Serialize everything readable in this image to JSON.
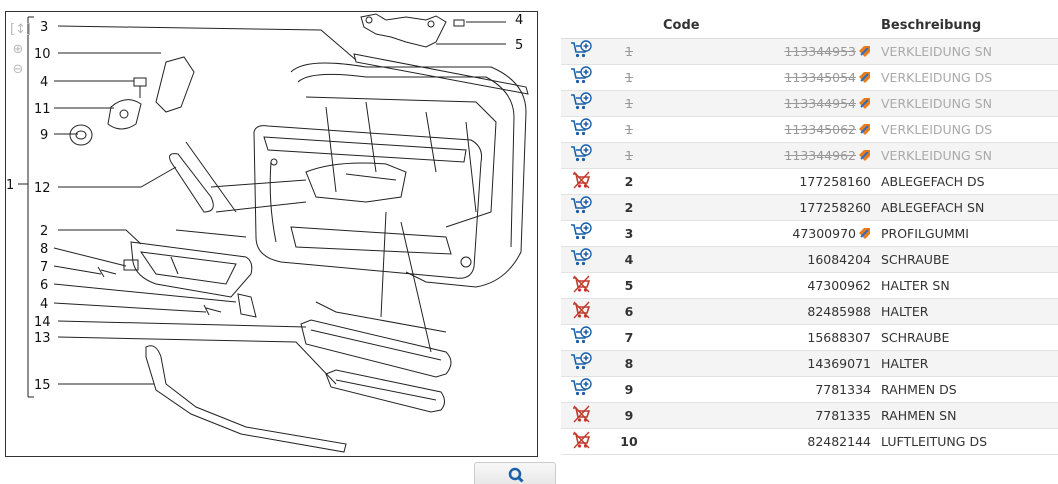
{
  "table": {
    "headers": {
      "cart": "",
      "pos": "",
      "code": "Code",
      "desc": "Beschreibung"
    },
    "rows": [
      {
        "pos": "1",
        "code": "113344953",
        "desc": "VERKLEIDUNG SN",
        "cart": "add",
        "removed": true,
        "info": true
      },
      {
        "pos": "1",
        "code": "113345054",
        "desc": "VERKLEIDUNG DS",
        "cart": "add",
        "removed": true,
        "info": true
      },
      {
        "pos": "1",
        "code": "113344954",
        "desc": "VERKLEIDUNG SN",
        "cart": "add",
        "removed": true,
        "info": true
      },
      {
        "pos": "1",
        "code": "113345062",
        "desc": "VERKLEIDUNG DS",
        "cart": "add",
        "removed": true,
        "info": true
      },
      {
        "pos": "1",
        "code": "113344962",
        "desc": "VERKLEIDUNG SN",
        "cart": "add",
        "removed": true,
        "info": true
      },
      {
        "pos": "2",
        "code": "177258160",
        "desc": "ABLEGEFACH DS",
        "cart": "unavailable",
        "removed": false,
        "info": false
      },
      {
        "pos": "2",
        "code": "177258260",
        "desc": "ABLEGEFACH SN",
        "cart": "add",
        "removed": false,
        "info": false
      },
      {
        "pos": "3",
        "code": "47300970",
        "desc": "PROFILGUMMI",
        "cart": "add",
        "removed": false,
        "info": true
      },
      {
        "pos": "4",
        "code": "16084204",
        "desc": "SCHRAUBE",
        "cart": "add",
        "removed": false,
        "info": false
      },
      {
        "pos": "5",
        "code": "47300962",
        "desc": "HALTER SN",
        "cart": "unavailable",
        "removed": false,
        "info": false
      },
      {
        "pos": "6",
        "code": "82485988",
        "desc": "HALTER",
        "cart": "unavailable",
        "removed": false,
        "info": false
      },
      {
        "pos": "7",
        "code": "15688307",
        "desc": "SCHRAUBE",
        "cart": "add",
        "removed": false,
        "info": false
      },
      {
        "pos": "8",
        "code": "14369071",
        "desc": "HALTER",
        "cart": "add",
        "removed": false,
        "info": false
      },
      {
        "pos": "9",
        "code": "7781334",
        "desc": "RAHMEN DS",
        "cart": "add",
        "removed": false,
        "info": false
      },
      {
        "pos": "9",
        "code": "7781335",
        "desc": "RAHMEN SN",
        "cart": "unavailable",
        "removed": false,
        "info": false
      },
      {
        "pos": "10",
        "code": "82482144",
        "desc": "LUFTLEITUNG DS",
        "cart": "unavailable",
        "removed": false,
        "info": false
      }
    ]
  },
  "diagram": {
    "callouts": [
      "3",
      "10",
      "4",
      "11",
      "9",
      "1",
      "12",
      "2",
      "8",
      "7",
      "6",
      "4",
      "14",
      "13",
      "15",
      "4",
      "5"
    ]
  },
  "toolbar": {
    "icons": [
      "fit-icon",
      "zoom-in-icon",
      "zoom-out-icon"
    ],
    "glyphs": [
      "[↕]",
      "⊕",
      "⊖"
    ]
  },
  "colors": {
    "cart_add": "#1a5fa8",
    "cart_unavailable": "#c0392b",
    "info": "#e87d1e"
  }
}
